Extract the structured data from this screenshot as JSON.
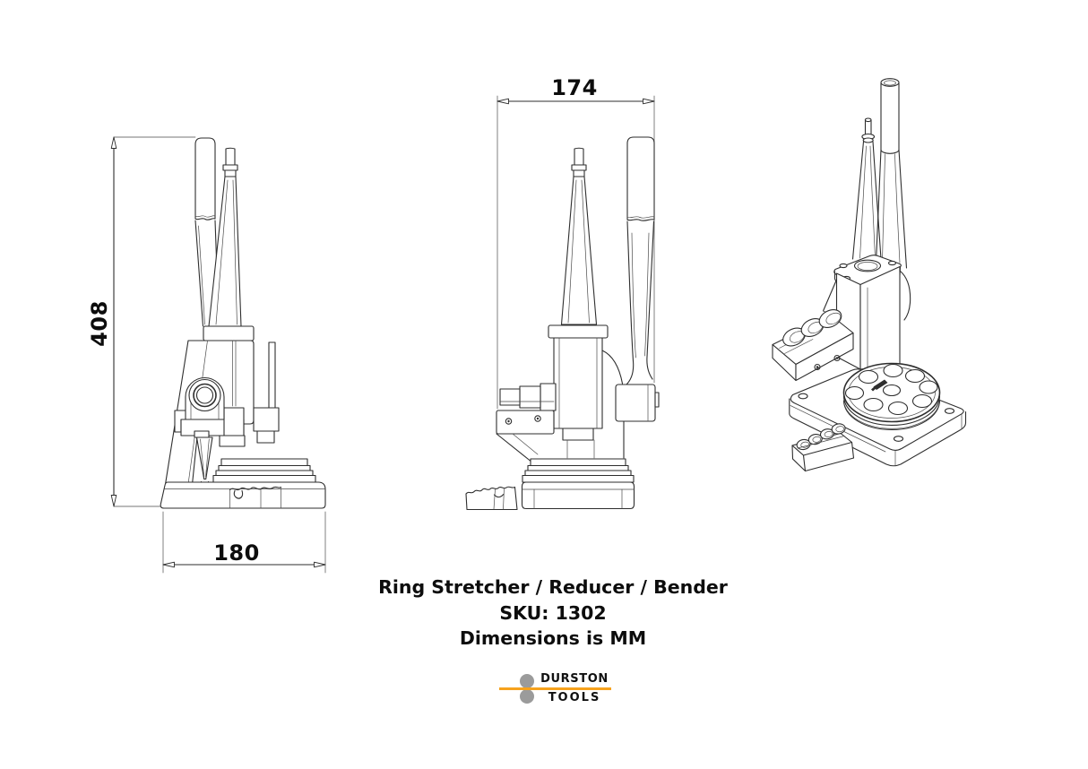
{
  "page": {
    "background": "#ffffff",
    "line_color": "#2e2e2e",
    "text_color": "#0d0d0d"
  },
  "drawing": {
    "views": [
      {
        "id": "front-view",
        "label": "front orthographic view"
      },
      {
        "id": "side-view",
        "label": "side orthographic view"
      },
      {
        "id": "isometric-view",
        "label": "isometric view"
      }
    ],
    "dimensions": {
      "overall_height_mm": "408",
      "base_width_mm": "180",
      "side_width_mm": "174"
    }
  },
  "title_block": {
    "product_name": "Ring Stretcher / Reducer / Bender",
    "sku_line": "SKU: 1302",
    "units_line": "Dimensions is MM"
  },
  "logo": {
    "brand_top": "DURSTON",
    "brand_bottom": "TOOLS",
    "accent_color": "#F6A21D",
    "roller_color": "#9B9B9B"
  }
}
